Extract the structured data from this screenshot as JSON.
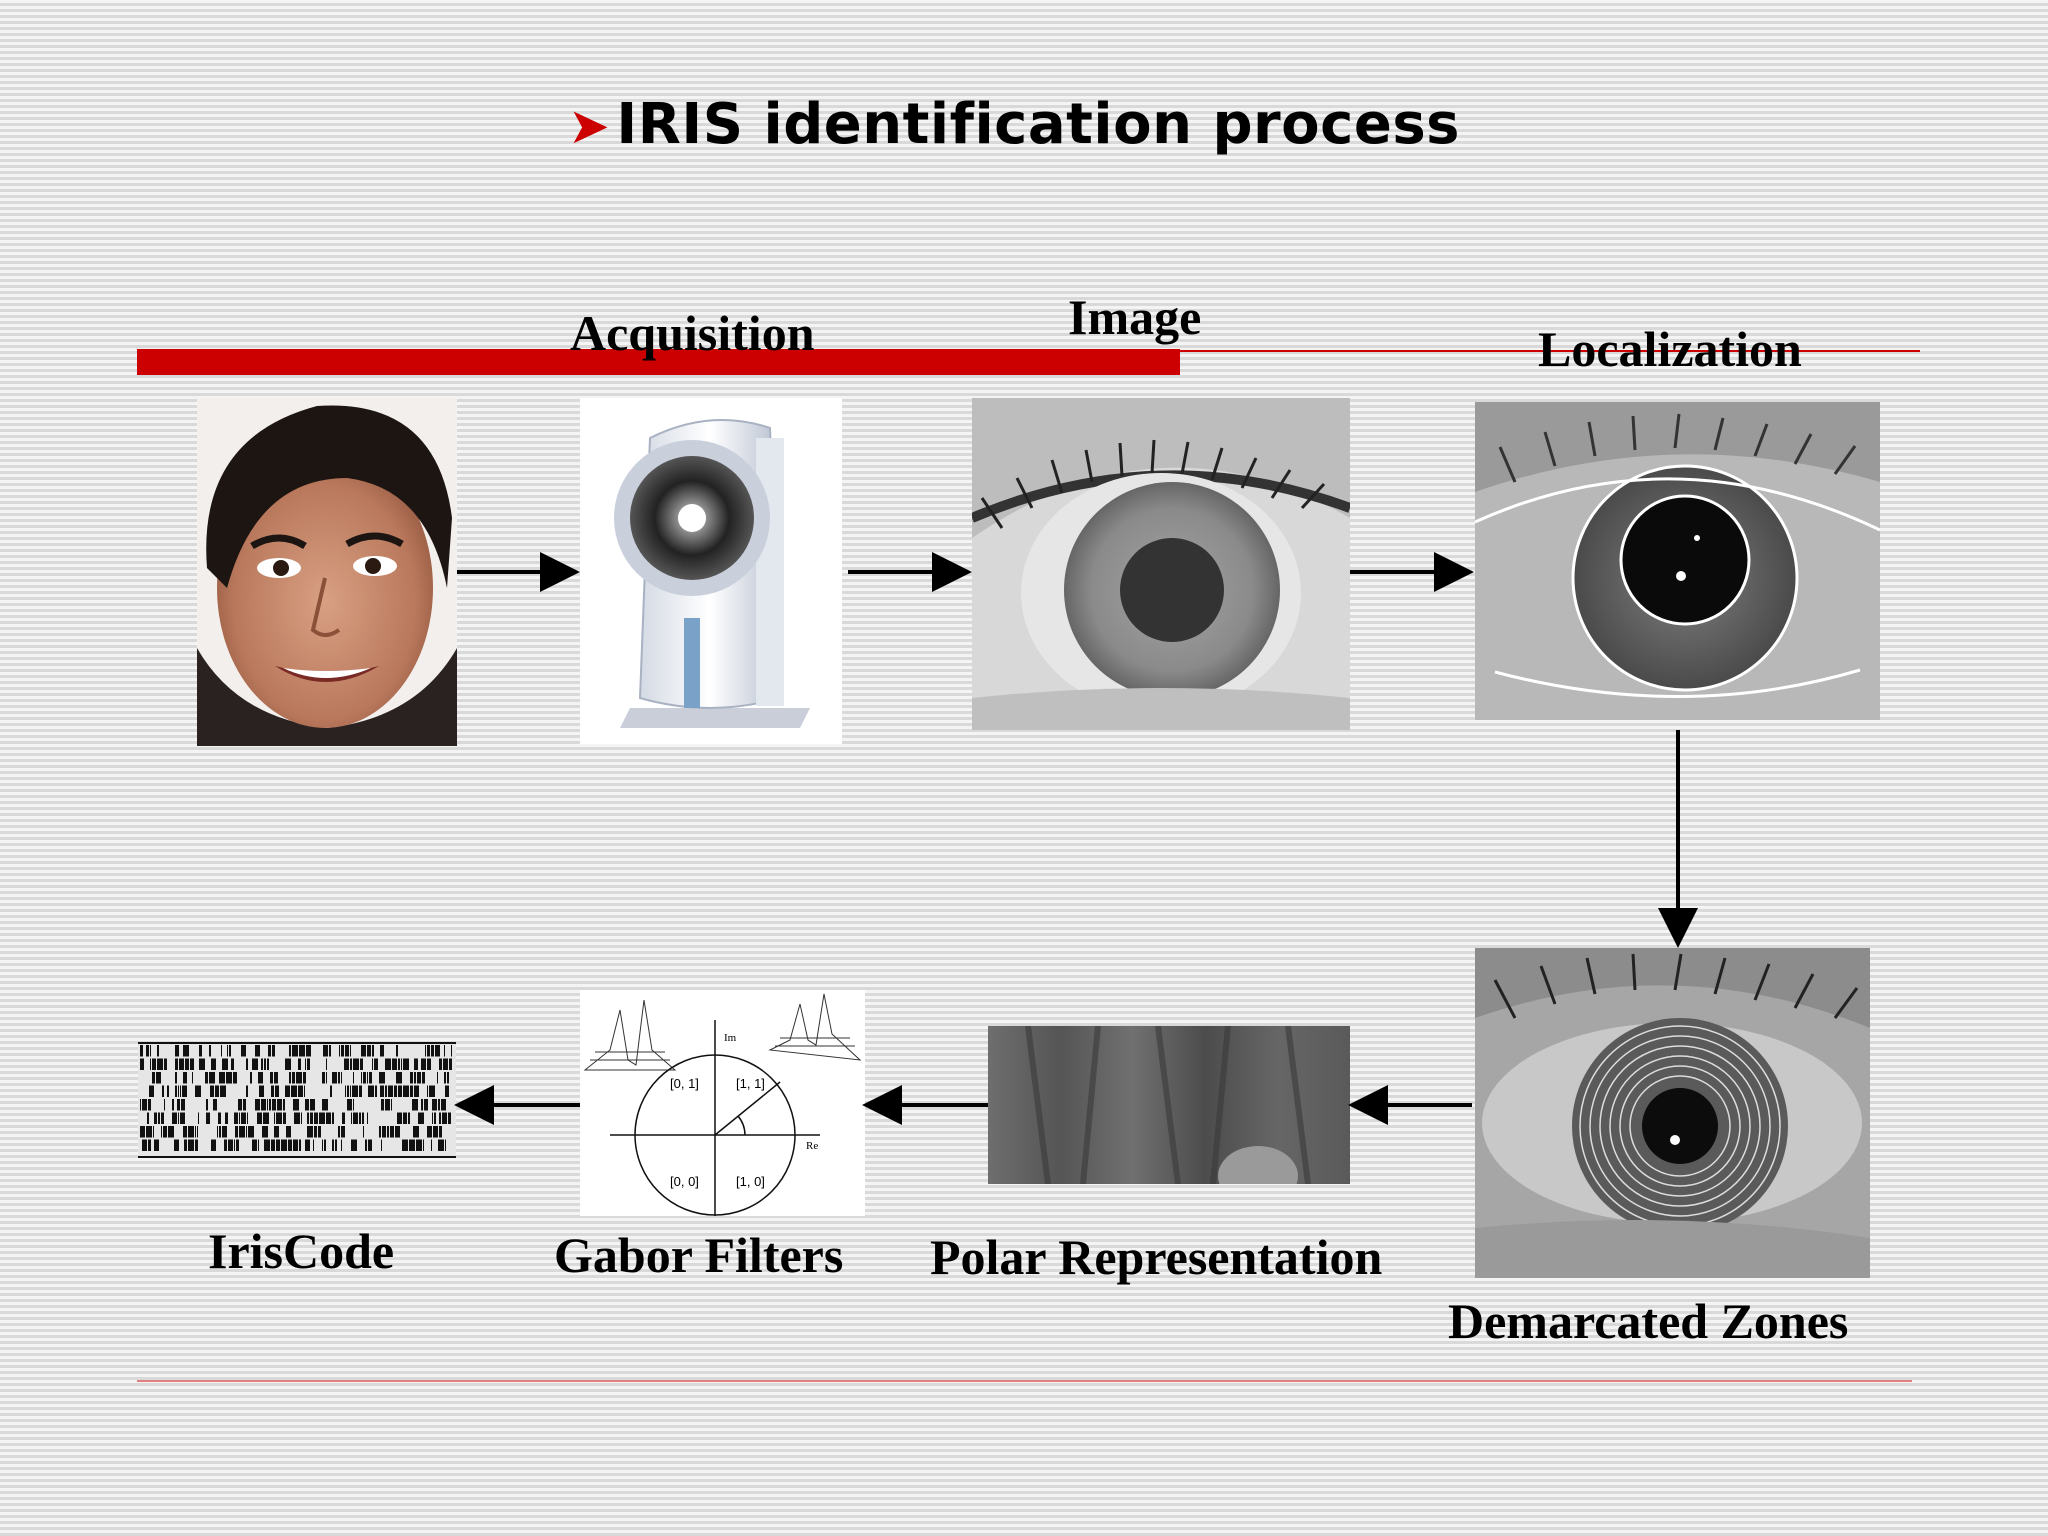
{
  "slide": {
    "title": "IRIS identification process",
    "bullet_icon": "arrow-bullet-icon",
    "accent_color": "#cc0000"
  },
  "stages": {
    "acquisition": "Acquisition",
    "image": "Image",
    "localization": "Localization",
    "demarcated_zones": "Demarcated Zones",
    "polar_representation": "Polar Representation",
    "gabor_filters": "Gabor Filters",
    "iriscode": "IrisCode"
  },
  "gabor_plot": {
    "axis_im": "Im",
    "axis_re": "Re",
    "q_tl": "[0, 1]",
    "q_tr": "[1, 1]",
    "q_bl": "[0, 0]",
    "q_br": "[1, 0]"
  },
  "images": {
    "face": "face-photo",
    "camera": "iris-camera-photo",
    "eye": "eye-image",
    "localized_eye": "localized-eye-image",
    "zones_eye": "demarcated-zones-eye-image",
    "polar_strip": "polar-strip-image",
    "iriscode": "iriscode-barcode-image"
  }
}
